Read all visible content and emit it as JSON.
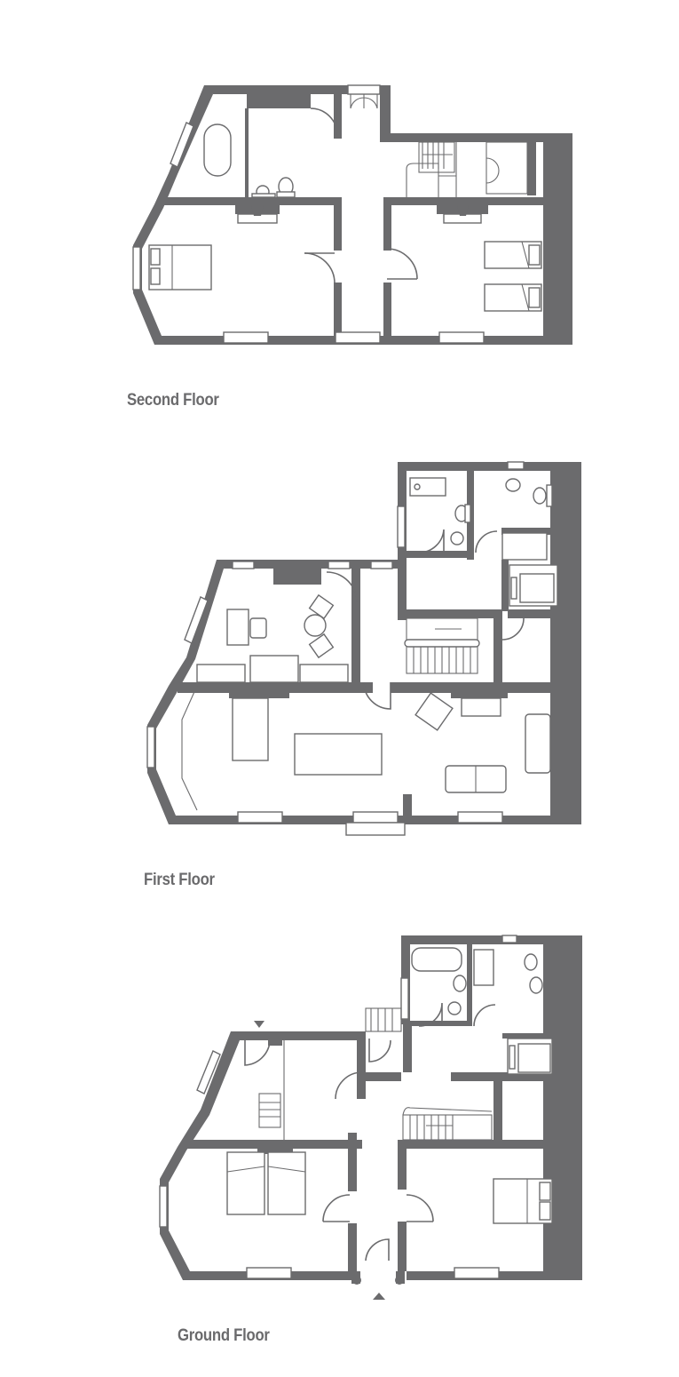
{
  "floors": [
    {
      "label": "Second Floor"
    },
    {
      "label": "First Floor"
    },
    {
      "label": "Ground Floor"
    }
  ],
  "colors": {
    "wall": "#6b6b6d",
    "label": "#6a6a6c",
    "background": "#ffffff"
  }
}
